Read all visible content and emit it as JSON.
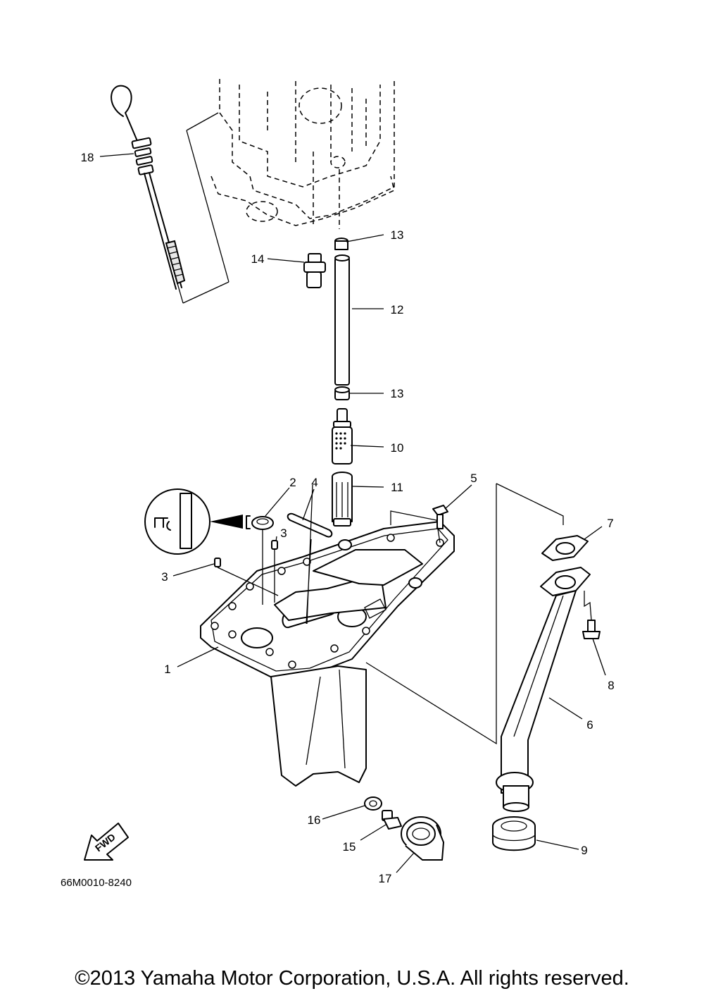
{
  "callouts": [
    "1",
    "2",
    "3",
    "3",
    "4",
    "5",
    "6",
    "7",
    "8",
    "9",
    "10",
    "11",
    "12",
    "13",
    "13",
    "14",
    "15",
    "16",
    "17",
    "18"
  ],
  "fwd_label": "FWD",
  "diagram_code": "66M0010-8240",
  "copyright": "©2013 Yamaha Motor Corporation, U.S.A. All rights reserved.",
  "icons": [
    "fwd-arrow-icon",
    "oil-seal-detail-icon"
  ]
}
